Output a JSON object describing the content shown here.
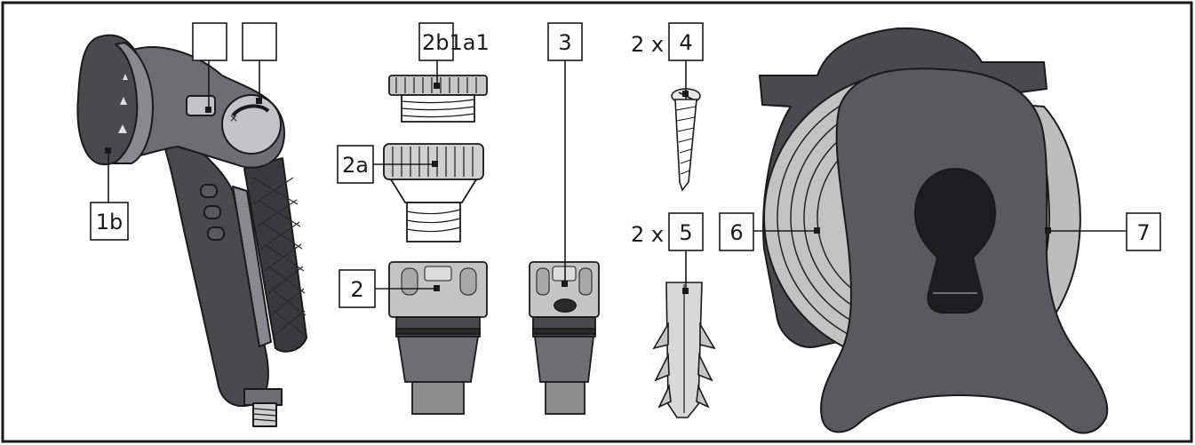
{
  "diagram": {
    "callouts": [
      {
        "id": "blank-1",
        "text": ""
      },
      {
        "id": "blank-2",
        "text": ""
      },
      {
        "id": "2b1a1",
        "text": "2b1a1"
      },
      {
        "id": "3",
        "text": "3"
      },
      {
        "id": "4",
        "text": "4"
      },
      {
        "id": "1b",
        "text": "1b"
      },
      {
        "id": "2a",
        "text": "2a"
      },
      {
        "id": "5",
        "text": "5"
      },
      {
        "id": "6",
        "text": "6"
      },
      {
        "id": "7",
        "text": "7"
      },
      {
        "id": "2",
        "text": "2"
      }
    ],
    "quantities": {
      "screw": "2 x",
      "dowel": "2 x"
    }
  },
  "colors": {
    "outline": "#1a1a1a",
    "dark_part": "#4a4a4d",
    "mid_part": "#6e6e72",
    "light_part": "#c2c2c2",
    "hose": "#b8b8b8",
    "metal": "#d9d9d9"
  }
}
